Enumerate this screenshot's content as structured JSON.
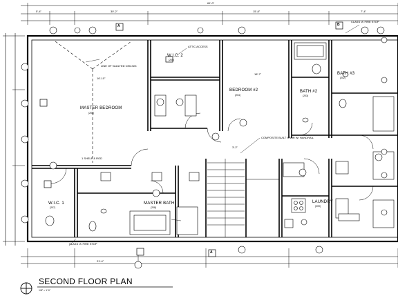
{
  "drawing": {
    "title": "SECOND FLOOR PLAN",
    "scale_note": "1/8\" = 1'-0\"",
    "north_symbol": "section-circle-icon"
  },
  "rooms": {
    "master_bedroom": {
      "name": "MASTER BEDROOM",
      "code": "(206)"
    },
    "wic2": {
      "name": "W.I.C. 2",
      "code": "(205)"
    },
    "bedroom2": {
      "name": "BEDROOM #2",
      "code": "(204)"
    },
    "bath2": {
      "name": "BATH #2",
      "code": "(203)"
    },
    "bath3": {
      "name": "BATH #3",
      "code": "(202)"
    },
    "wic1": {
      "name": "W.I.C. 1",
      "code": "(207)"
    },
    "master_bath": {
      "name": "MASTER BATH",
      "code": "(208)"
    },
    "laundry": {
      "name": "LAUNDRY",
      "code": "(209)"
    }
  },
  "section_tags": {
    "a": "A",
    "b": "B"
  },
  "notes": {
    "line_above": "LINE OF VAULTED CEILING",
    "attic_access": "ATTIC ACCESS",
    "closet_rod": "1 SHELF & ROD",
    "stair_note": "COMPOSITE BUILT STAIR W/ HANDRAIL",
    "firestop": "CLASS 'A' FIRE STOP"
  },
  "dimensions": {
    "overall": "61'-0\"",
    "left_run": "5'-4\"",
    "mid_run_1": "30'-2\"",
    "mid_run_2": "15'-8\"",
    "right_run": "7'-4\"",
    "bedroom_width": "18'-7\"",
    "stair_width": "3'-2\"",
    "wall_run": "16'-10\"",
    "bottom_run": "21'-4\""
  },
  "colors": {
    "ink": "#000000",
    "paper": "#ffffff",
    "wall_fill": "#ffffff"
  }
}
